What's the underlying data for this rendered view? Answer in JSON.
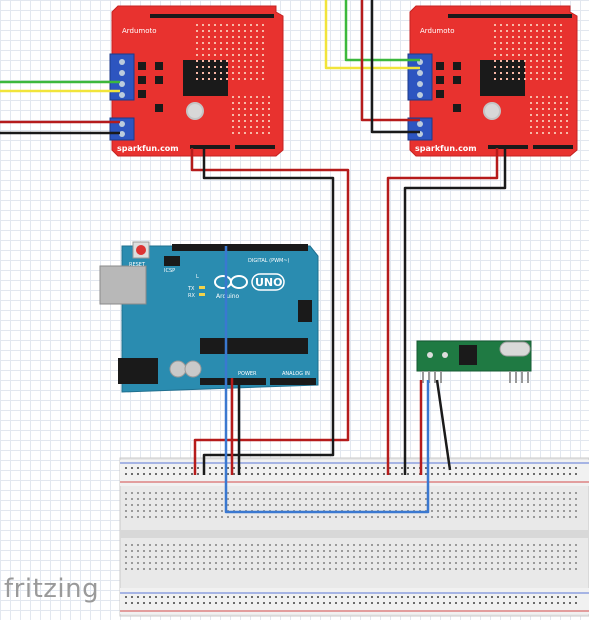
{
  "app": {
    "watermark": "fritzing"
  },
  "shields": [
    {
      "title": "Ardumoto",
      "brand": "sparkfun.com"
    },
    {
      "title": "Ardumoto",
      "brand": "sparkfun.com"
    }
  ],
  "arduino": {
    "model": "UNO",
    "brand": "Arduino",
    "reset_label": "RESET",
    "icsp_label": "ICSP",
    "digital_label": "DIGITAL (PWM~)",
    "power_label": "POWER",
    "analog_label": "ANALOG IN",
    "tx_label": "TX",
    "rx_label": "RX",
    "l_label": "L"
  },
  "colors": {
    "shield_red": "#e8322f",
    "arduino_teal": "#2a8cb0",
    "wire_red": "#b51b1b",
    "wire_black": "#1a1a1a",
    "wire_blue": "#3a78d0",
    "wire_yellow": "#f1e43a",
    "wire_green": "#3cb83c",
    "rf_green": "#1f7a43"
  }
}
